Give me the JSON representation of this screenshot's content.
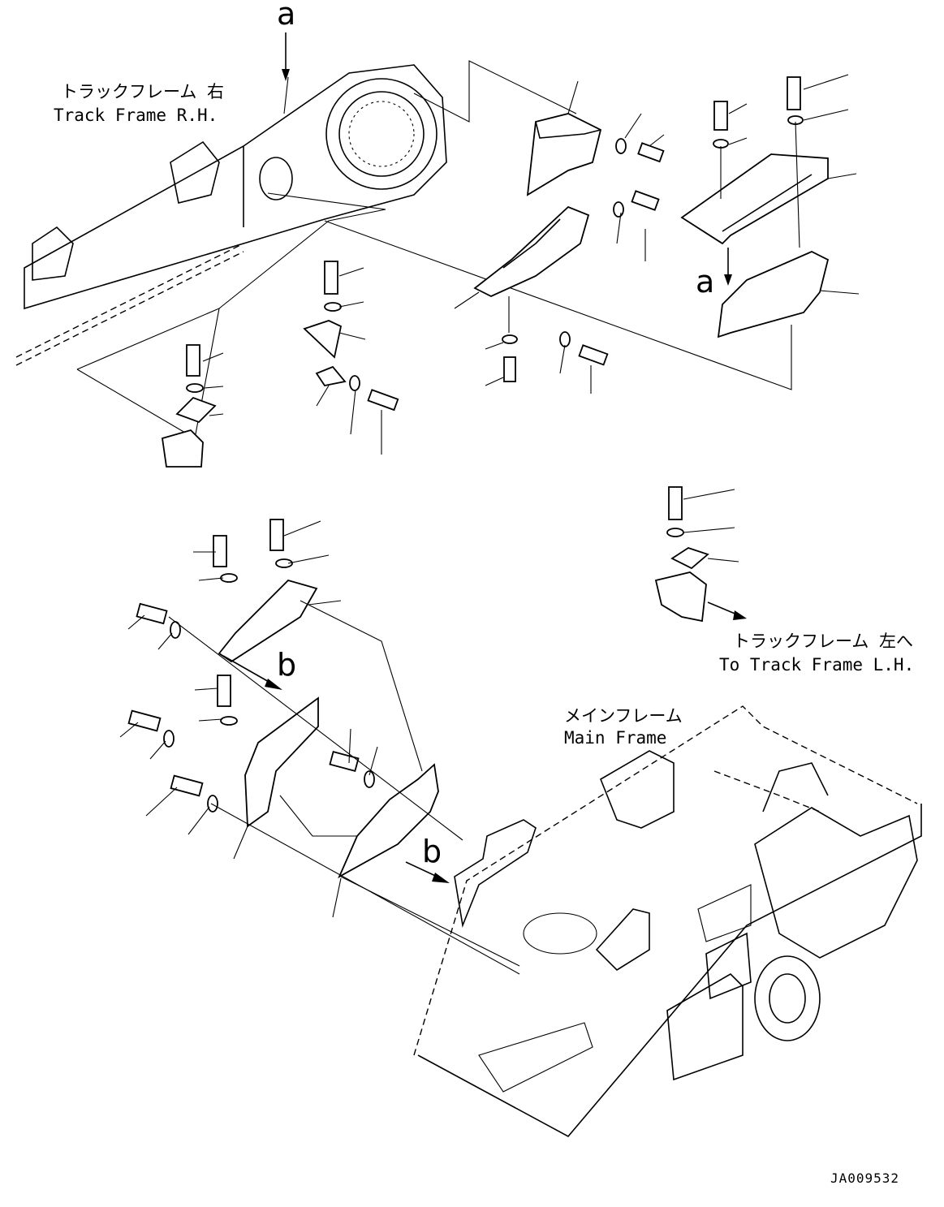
{
  "labels": {
    "track_frame_rh_jp": "トラックフレーム 右",
    "track_frame_rh_en": "Track Frame R.H.",
    "to_track_frame_lh_jp": "トラックフレーム 左へ",
    "to_track_frame_lh_en": "To Track Frame L.H.",
    "main_frame_jp": "メインフレーム",
    "main_frame_en": "Main Frame"
  },
  "view_markers": {
    "a_top": "a",
    "a_mid": "a",
    "b_upper": "b",
    "b_lower": "b"
  },
  "drawing_code": "JA009532"
}
